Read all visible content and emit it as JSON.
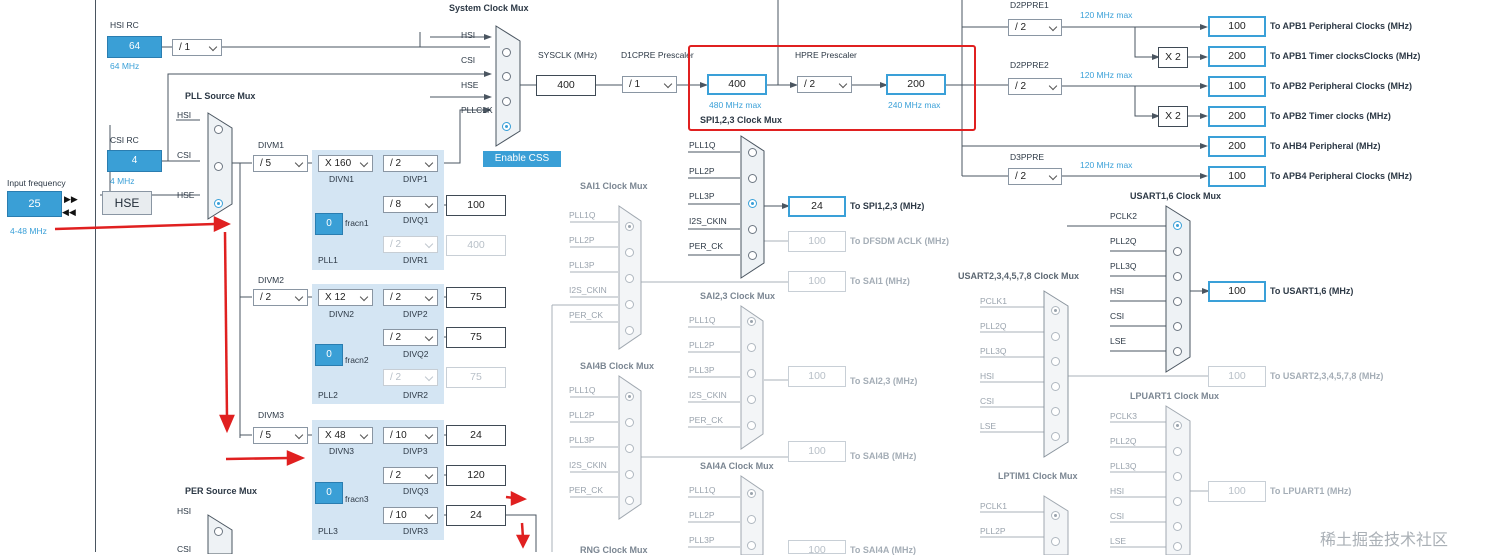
{
  "left": {
    "hsi_rc": "HSI RC",
    "hsi_val": "64",
    "hsi_freq": "64 MHz",
    "hsi_div": "/ 1",
    "csi_rc": "CSI RC",
    "csi_val": "4",
    "csi_freq": "4 MHz",
    "input_freq_label": "Input frequency",
    "input_freq_val": "25",
    "input_range": "4-48 MHz",
    "hse": "HSE"
  },
  "pll_source_mux": {
    "title": "PLL Source Mux",
    "hsi": "HSI",
    "csi": "CSI",
    "hse": "HSE"
  },
  "per_source_mux": {
    "title": "PER Source Mux",
    "hsi": "HSI",
    "csi": "CSI"
  },
  "pll1": {
    "divm_label": "DIVM1",
    "divm": "/ 5",
    "divn": "X 160",
    "divn_label": "DIVN1",
    "divp": "/ 2",
    "divp_label": "DIVP1",
    "divq": "/ 8",
    "divq_label": "DIVQ1",
    "divq_out": "100",
    "divr": "/ 2",
    "divr_label": "DIVR1",
    "divr_out": "400",
    "frac": "0",
    "frac_label": "fracn1",
    "name": "PLL1"
  },
  "pll2": {
    "divm_label": "DIVM2",
    "divm": "/ 2",
    "divn": "X 12",
    "divn_label": "DIVN2",
    "divp": "/ 2",
    "divp_label": "DIVP2",
    "divp_out": "75",
    "divq": "/ 2",
    "divq_label": "DIVQ2",
    "divq_out": "75",
    "divr": "/ 2",
    "divr_label": "DIVR2",
    "divr_out": "75",
    "frac": "0",
    "frac_label": "fracn2",
    "name": "PLL2"
  },
  "pll3": {
    "divm_label": "DIVM3",
    "divm": "/ 5",
    "divn": "X 48",
    "divn_label": "DIVN3",
    "divp": "/ 10",
    "divp_label": "DIVP3",
    "divp_out": "24",
    "divq": "/ 2",
    "divq_label": "DIVQ3",
    "divq_out": "120",
    "divr": "/ 10",
    "divr_label": "DIVR3",
    "divr_out": "24",
    "frac": "0",
    "frac_label": "fracn3",
    "name": "PLL3"
  },
  "sysmux": {
    "title": "System Clock Mux",
    "hsi": "HSI",
    "csi": "CSI",
    "hse": "HSE",
    "pllclk": "PLLCLK",
    "enable_css": "Enable CSS"
  },
  "sysclk": {
    "label": "SYSCLK (MHz)",
    "val": "400"
  },
  "d1cpre": {
    "label": "D1CPRE Prescaler",
    "div": "/ 1",
    "out": "400",
    "max": "480 MHz max"
  },
  "hpre": {
    "label": "HPRE Prescaler",
    "div": "/ 2",
    "out": "200",
    "max": "240 MHz max"
  },
  "d2ppre1": {
    "label": "D2PPRE1",
    "div": "/ 2",
    "max": "120 MHz max",
    "apb1": "100",
    "apb1_label": "To APB1 Peripheral Clocks (MHz)",
    "x2": "X 2",
    "apb1t": "200",
    "apb1t_label": "To APB1 Timer clocksClocks (MHz)"
  },
  "d2ppre2": {
    "label": "D2PPRE2",
    "div": "/ 2",
    "max": "120 MHz max",
    "apb2": "100",
    "apb2_label": "To APB2 Peripheral Clocks (MHz)",
    "x2": "X 2",
    "apb2t": "200",
    "apb2t_label": "To APB2 Timer clocks (MHz)"
  },
  "ahb4": {
    "val": "200",
    "label": "To AHB4 Peripheral (MHz)"
  },
  "d3ppre": {
    "label": "D3PPRE",
    "div": "/ 2",
    "max": "120 MHz max",
    "apb4": "100",
    "apb4_label": "To APB4 Peripheral Clocks (MHz)"
  },
  "spi_mux": {
    "title": "SPI1,2,3 Clock Mux",
    "items": [
      "PLL1Q",
      "PLL2P",
      "PLL3P",
      "I2S_CKIN",
      "PER_CK"
    ],
    "spi_val": "24",
    "spi_label": "To SPI1,2,3 (MHz)",
    "dfsdm_val": "100",
    "dfsdm_label": "To DFSDM ACLK (MHz)",
    "sai1_val": "100",
    "sai1_label": "To SAI1 (MHz)"
  },
  "sai1_mux": {
    "title": "SAI1 Clock Mux",
    "items": [
      "PLL1Q",
      "PLL2P",
      "PLL3P",
      "I2S_CKIN",
      "PER_CK"
    ]
  },
  "sai23_mux": {
    "title": "SAI2,3 Clock Mux",
    "items": [
      "PLL1Q",
      "PLL2P",
      "PLL3P",
      "I2S_CKIN",
      "PER_CK"
    ],
    "val": "100",
    "label": "To SAI2,3 (MHz)"
  },
  "sai4b_mux": {
    "title": "SAI4B Clock Mux",
    "items": [
      "PLL1Q",
      "PLL2P",
      "PLL3P",
      "I2S_CKIN",
      "PER_CK"
    ],
    "val": "100",
    "label": "To SAI4B (MHz)"
  },
  "sai4a_mux": {
    "title": "SAI4A Clock Mux",
    "items": [
      "PLL1Q",
      "PLL2P",
      "PLL3P"
    ],
    "label": "To SAI4A (MHz)",
    "val": "100"
  },
  "rng_mux": {
    "title": "RNG Clock Mux"
  },
  "usart16_mux": {
    "title": "USART1,6 Clock Mux",
    "items": [
      "PCLK2",
      "PLL2Q",
      "PLL3Q",
      "HSI",
      "CSI",
      "LSE"
    ],
    "val": "100",
    "label": "To USART1,6 (MHz)"
  },
  "usart2_mux": {
    "title": "USART2,3,4,5,7,8 Clock Mux",
    "items": [
      "PCLK1",
      "PLL2Q",
      "PLL3Q",
      "HSI",
      "CSI",
      "LSE"
    ],
    "val": "100",
    "label": "To USART2,3,4,5,7,8 (MHz)"
  },
  "lpuart_mux": {
    "title": "LPUART1 Clock Mux",
    "items": [
      "PCLK3",
      "PLL2Q",
      "PLL3Q",
      "HSI",
      "CSI",
      "LSE"
    ],
    "val": "100",
    "label": "To LPUART1 (MHz)"
  },
  "lptim_mux": {
    "title": "LPTIM1 Clock Mux",
    "items": [
      "PCLK1",
      "PLL2P"
    ]
  },
  "watermark": "稀土掘金技术社区",
  "colors": {
    "accent": "#3a9fd6",
    "pll_bg": "#d4e5f3",
    "highlight": "#e02020"
  }
}
